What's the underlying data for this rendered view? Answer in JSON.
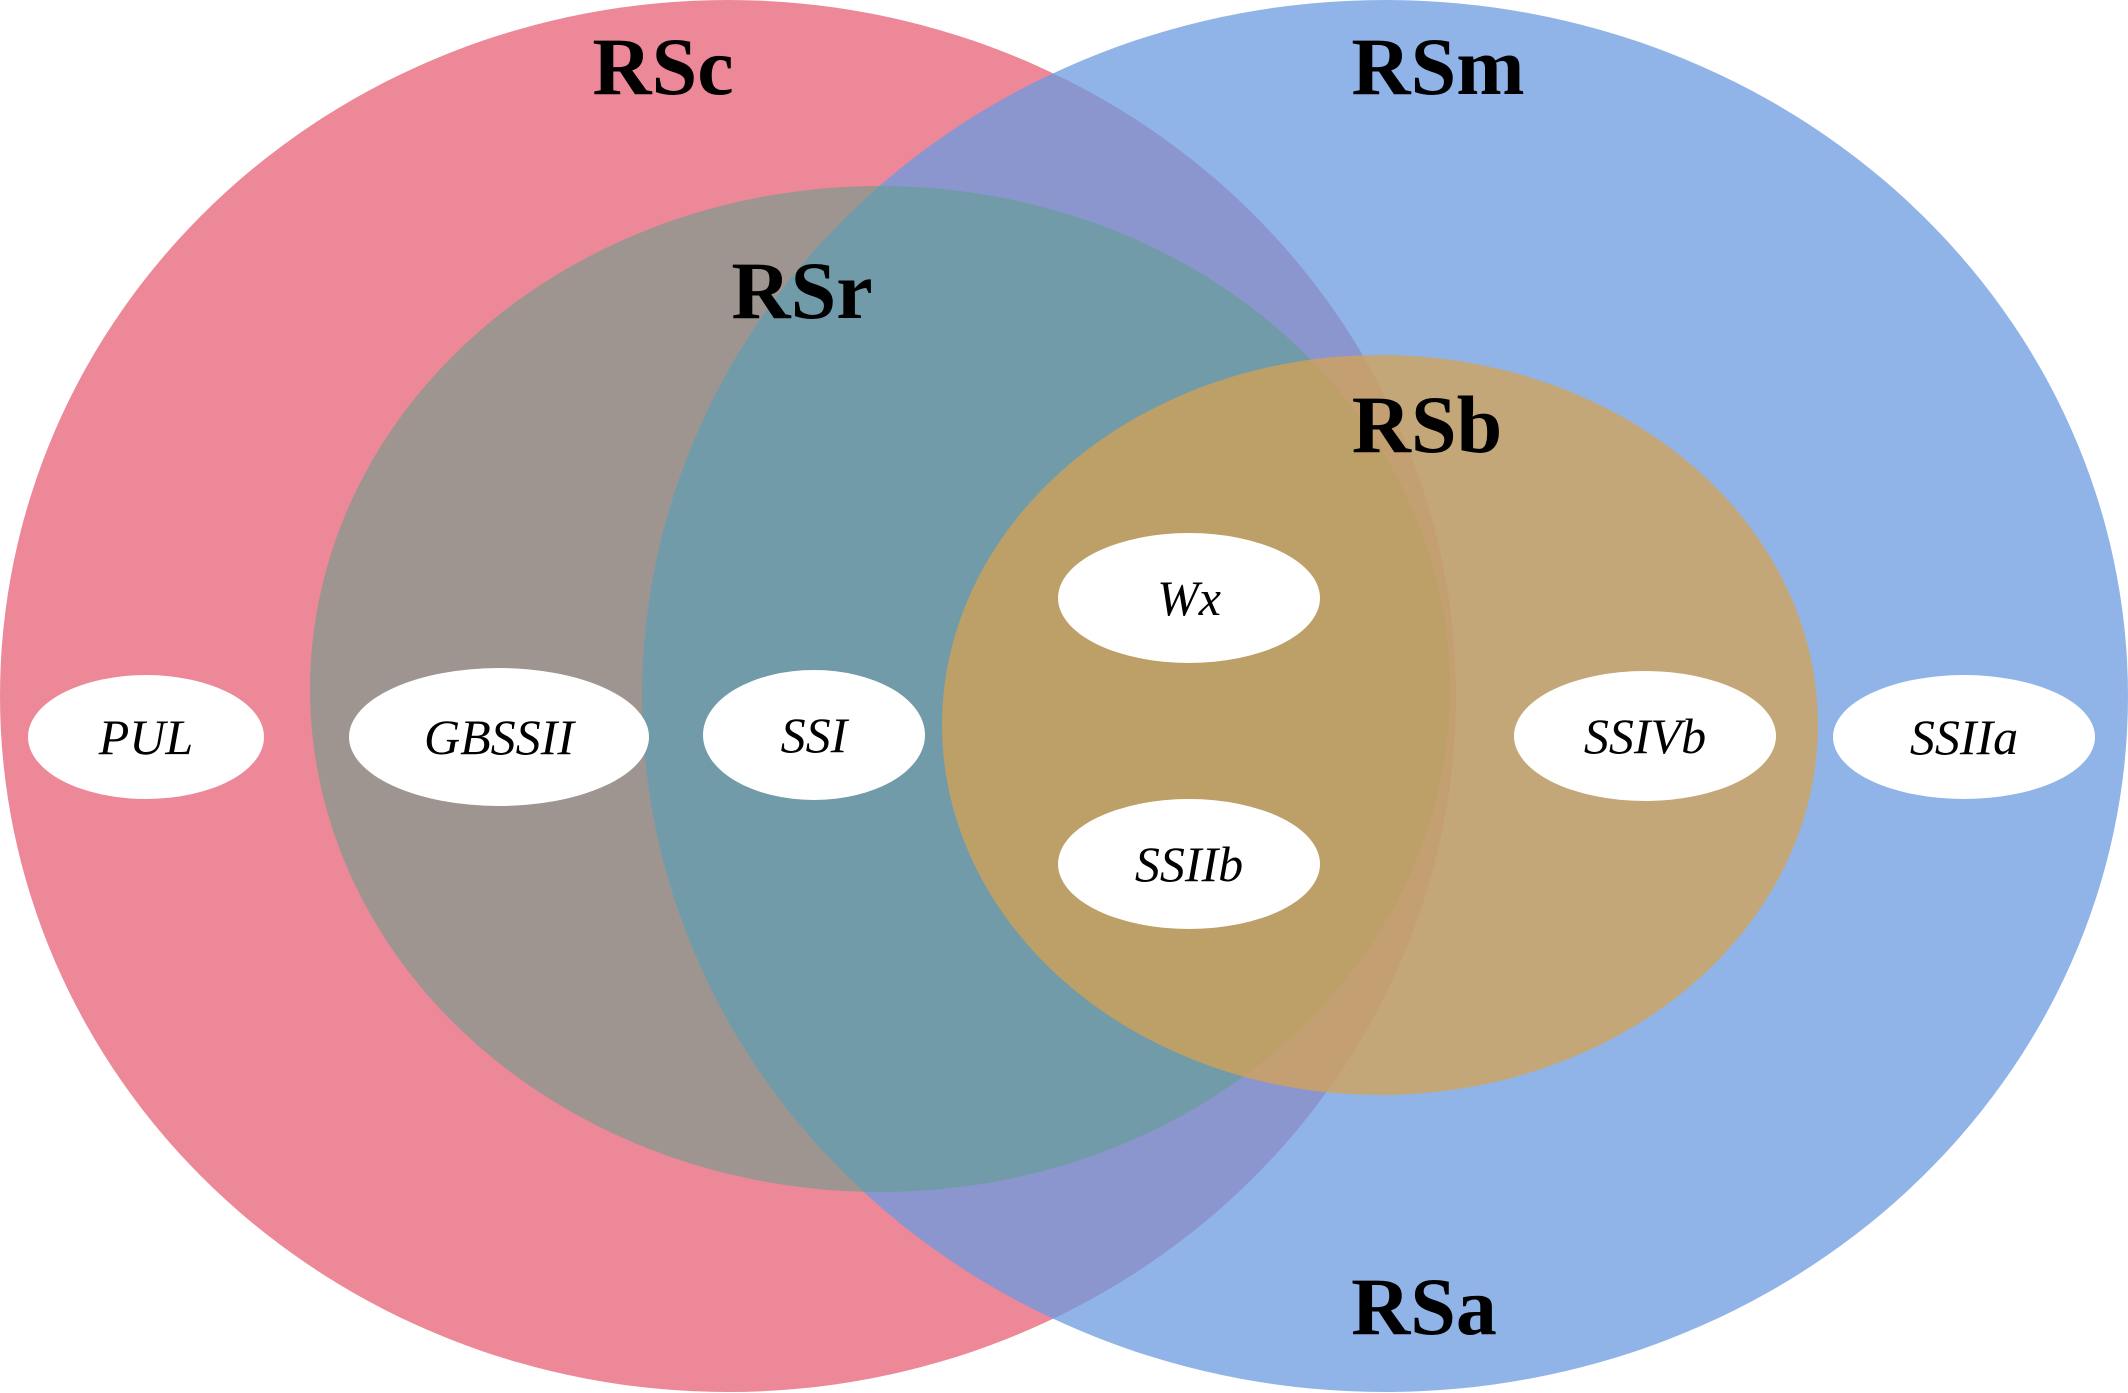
{
  "sets": [
    {
      "id": "RSc",
      "label": "RSc",
      "color": "#e8677c",
      "opacity": 0.78
    },
    {
      "id": "RSm",
      "label": "RSm",
      "color": "#6b9be0",
      "opacity": 0.75
    },
    {
      "id": "RSr",
      "label": "RSr",
      "color": "#8fb0a0",
      "opacity": 0.72
    },
    {
      "id": "RSb",
      "label": "RSb",
      "color": "#e0a65c",
      "opacity": 0.72
    },
    {
      "id": "RSa",
      "label": "RSa"
    }
  ],
  "genes": [
    {
      "id": "PUL",
      "label": "PUL"
    },
    {
      "id": "GBSSII",
      "label": "GBSSII"
    },
    {
      "id": "SSI",
      "label": "SSI"
    },
    {
      "id": "Wx",
      "label": "Wx"
    },
    {
      "id": "SSIIb",
      "label": "SSIIb"
    },
    {
      "id": "SSIVb",
      "label": "SSIVb"
    },
    {
      "id": "SSIIa",
      "label": "SSIIa"
    }
  ]
}
